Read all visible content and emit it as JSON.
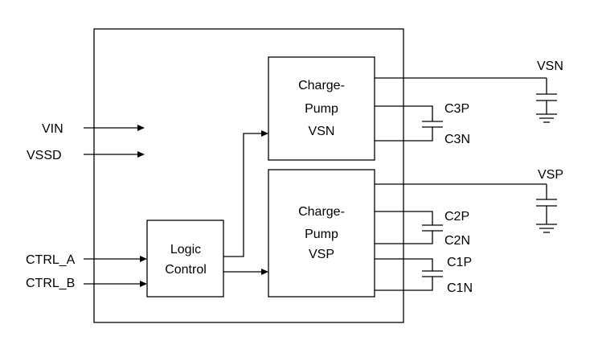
{
  "inputs": {
    "vin": "VIN",
    "vssd": "VSSD",
    "ctrl_a": "CTRL_A",
    "ctrl_b": "CTRL_B"
  },
  "blocks": {
    "logic_control": {
      "line1": "Logic",
      "line2": "Control"
    },
    "charge_pump_vsn": {
      "line1": "Charge-",
      "line2": "Pump",
      "line3": "VSN"
    },
    "charge_pump_vsp": {
      "line1": "Charge-",
      "line2": "Pump",
      "line3": "VSP"
    }
  },
  "outputs": {
    "vsn": "VSN",
    "vsp": "VSP"
  },
  "capacitors": {
    "c3p": "C3P",
    "c3n": "C3N",
    "c2p": "C2P",
    "c2n": "C2N",
    "c1p": "C1P",
    "c1n": "C1N"
  }
}
